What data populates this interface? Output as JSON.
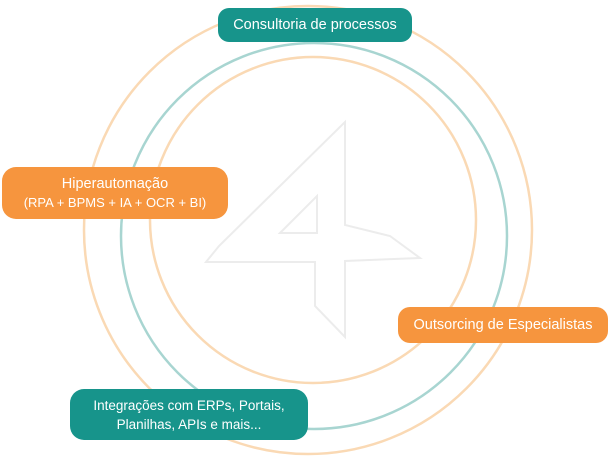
{
  "diagram": {
    "watermark_number": "4",
    "badges": [
      {
        "position": "top",
        "color": "teal",
        "label": "Consultoria de processos"
      },
      {
        "position": "left",
        "color": "orange",
        "lines": [
          "Hiperautomação",
          "(RPA + BPMS + IA + OCR + BI)"
        ]
      },
      {
        "position": "right",
        "color": "orange",
        "label": "Outsorcing de Especialistas"
      },
      {
        "position": "bottom",
        "color": "teal",
        "lines": [
          "Integrações com ERPs, Portais,",
          "Planilhas, APIs e mais..."
        ]
      }
    ],
    "colors": {
      "teal": "#17948B",
      "orange": "#F6953E",
      "ring_orange": "#FAD9B4",
      "ring_teal": "#A8D5D1",
      "numeral_outline": "#ECECEC"
    }
  }
}
